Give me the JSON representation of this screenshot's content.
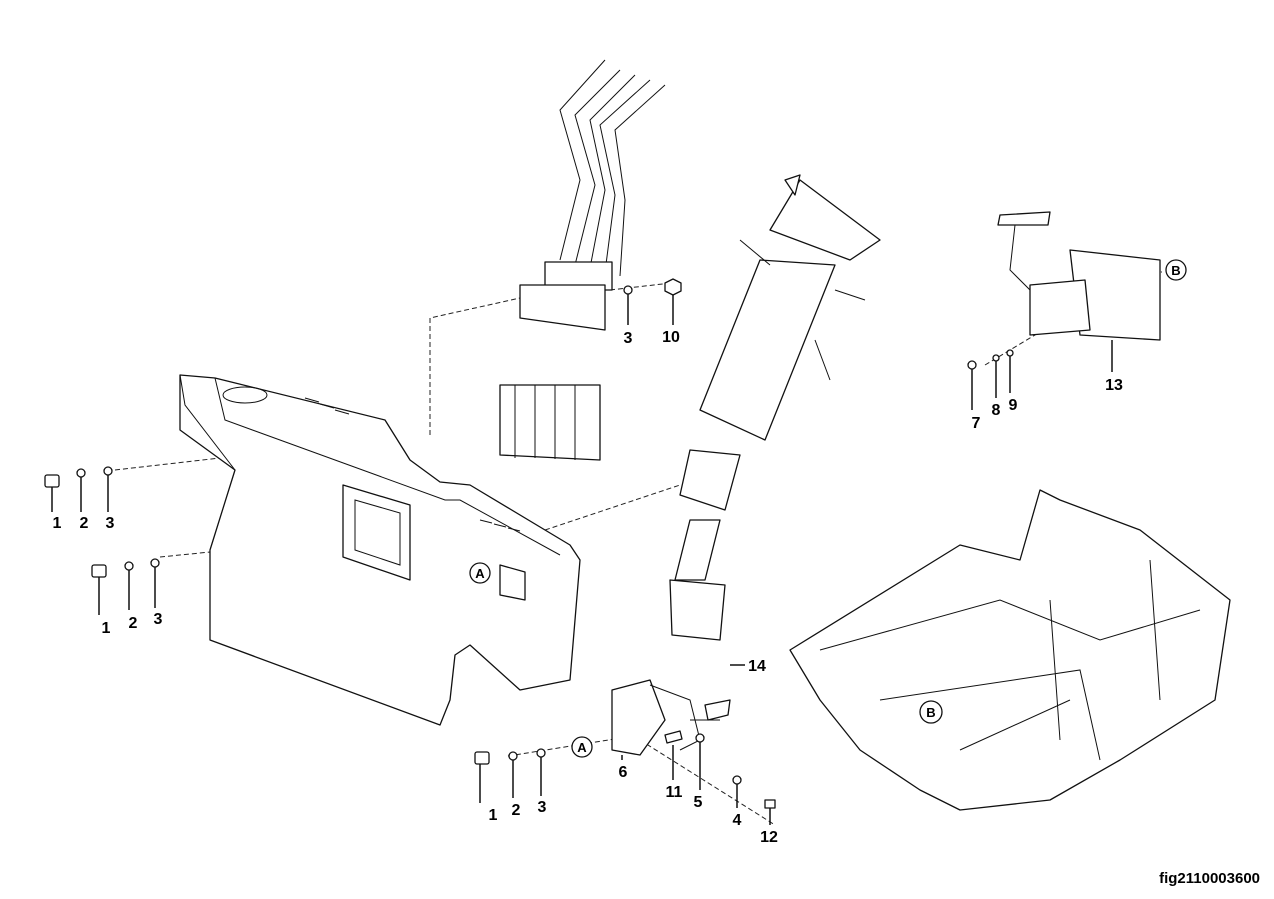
{
  "figure_id": "fig2110003600",
  "callouts": {
    "panel_upper": [
      "1",
      "2",
      "3"
    ],
    "panel_lower": [
      "1",
      "2",
      "3"
    ],
    "valve": [
      "3",
      "10"
    ],
    "pedal": [
      "7",
      "8",
      "9",
      "13"
    ],
    "lever": [
      "1",
      "2",
      "3",
      "6",
      "11",
      "5",
      "4",
      "12",
      "14"
    ]
  },
  "refs": {
    "a": "A",
    "b": "B"
  }
}
